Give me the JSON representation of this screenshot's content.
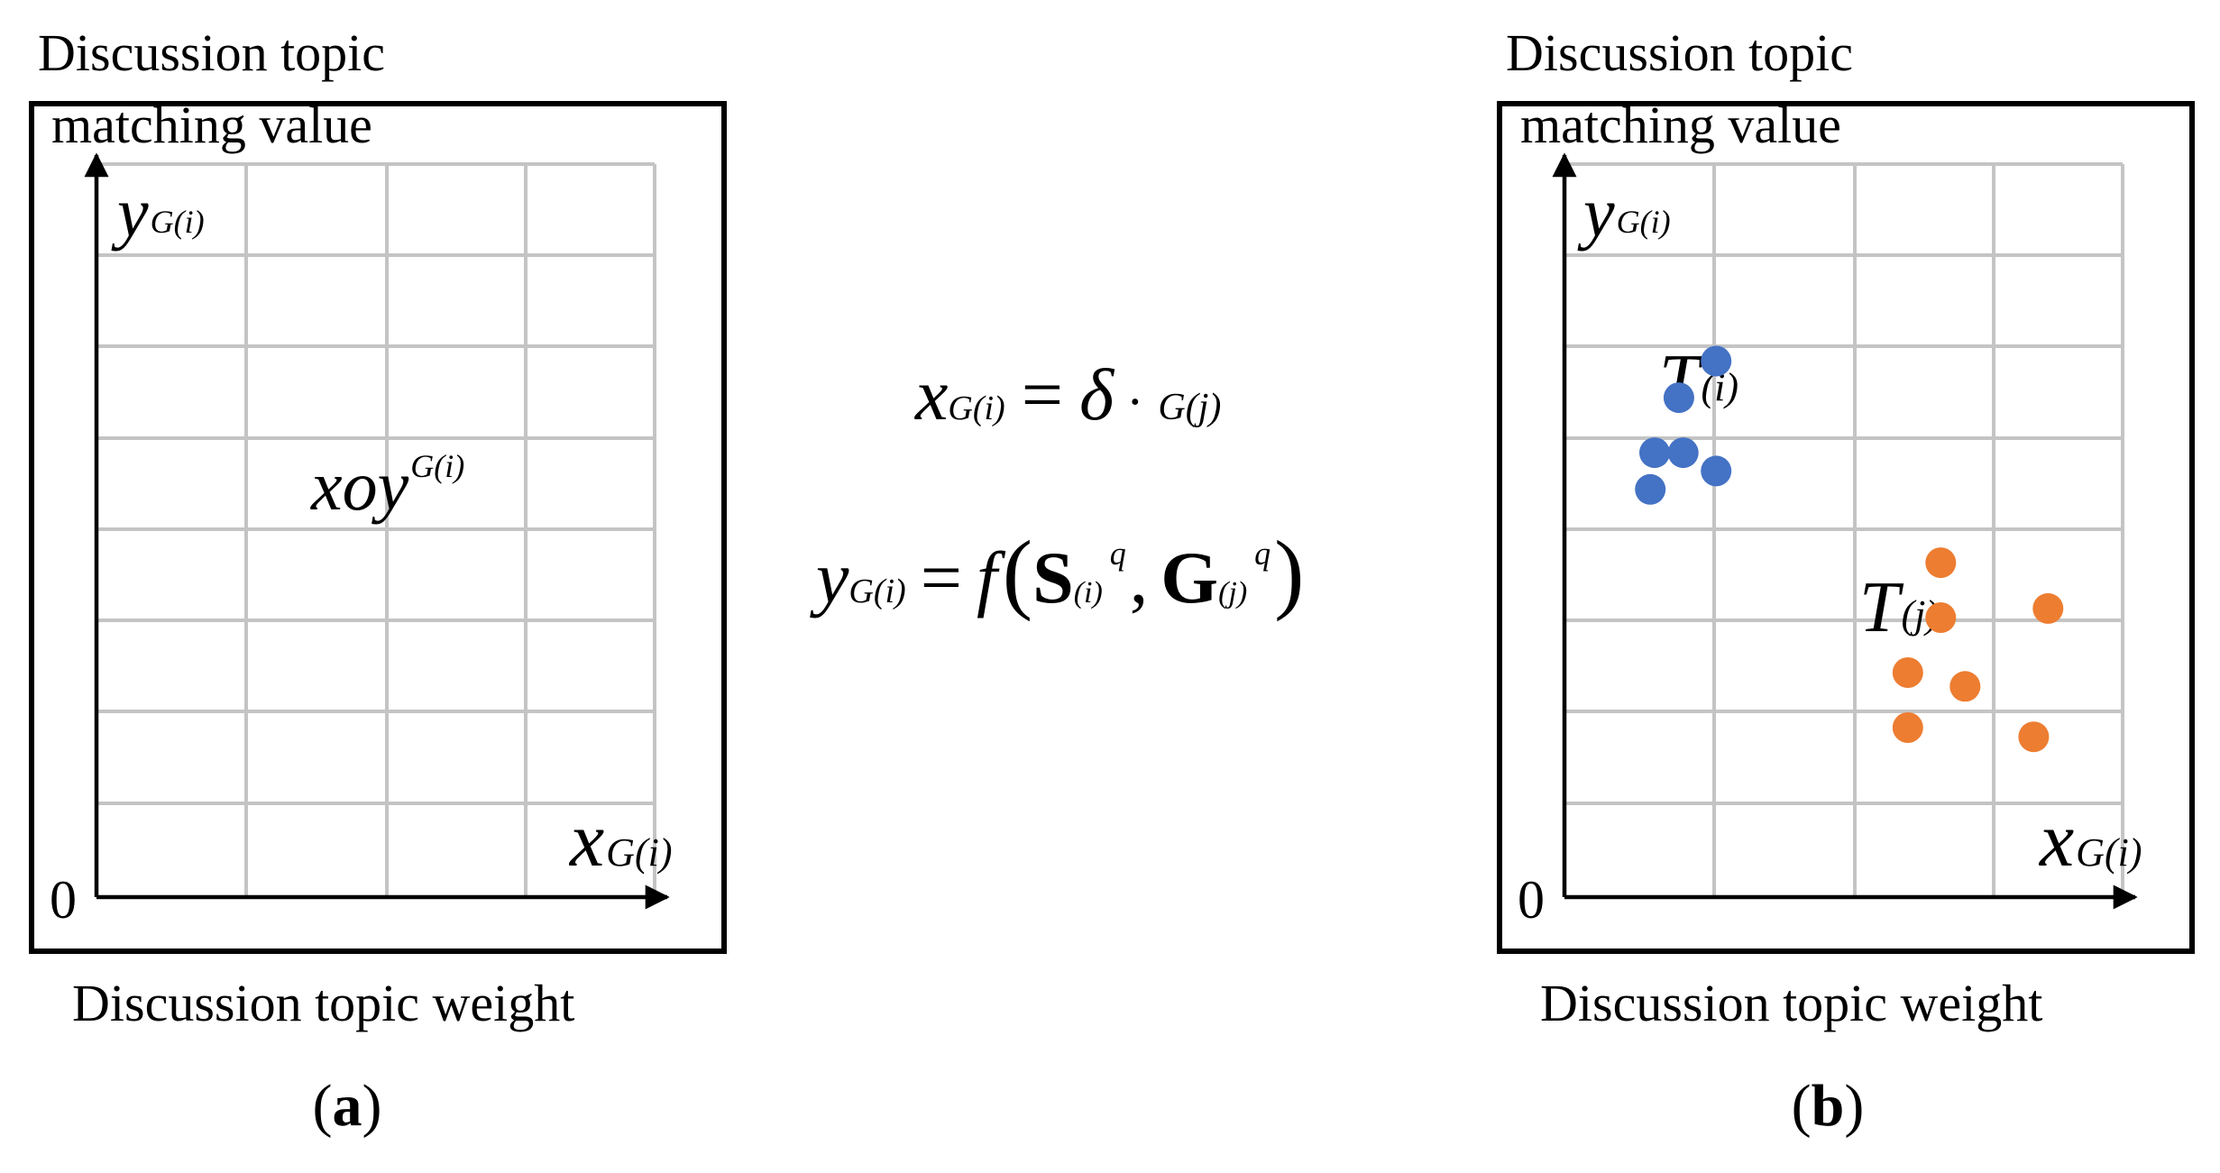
{
  "panel_a": {
    "y_axis_title_line1": "Discussion topic",
    "y_axis_title_line2": "matching value",
    "x_axis_title": "Discussion topic weight",
    "origin_label": "0",
    "y_axis_symbol": "y",
    "y_axis_subscript": "G(i)",
    "x_axis_symbol": "x",
    "x_axis_subscript": "G(i)",
    "plane_symbol": "xoy",
    "plane_superscript": "G(i)",
    "caption_open": "(",
    "caption_letter": "a",
    "caption_close": ")"
  },
  "equations": {
    "eq1": {
      "lhs_symbol": "x",
      "lhs_subscript": "G(i)",
      "equals": "=",
      "delta": "δ",
      "dot": "·",
      "rhs_subscript": "G(j)"
    },
    "eq2": {
      "lhs_symbol": "y",
      "lhs_subscript": "G(i)",
      "equals": "=",
      "func": "f",
      "open_paren": "(",
      "s_symbol": "S",
      "s_subscript": "(i)",
      "s_superscript": "q",
      "comma": ",",
      "g_symbol": "G",
      "g_subscript": "(j)",
      "g_superscript": "q",
      "close_paren": ")"
    }
  },
  "panel_b": {
    "y_axis_title_line1": "Discussion topic",
    "y_axis_title_line2": "matching value",
    "x_axis_title": "Discussion topic weight",
    "origin_label": "0",
    "y_axis_symbol": "y",
    "y_axis_subscript": "G(i)",
    "x_axis_symbol": "x",
    "x_axis_subscript": "G(i)",
    "cluster_i_symbol": "T",
    "cluster_i_subscript": "(i)",
    "cluster_j_symbol": "T",
    "cluster_j_subscript": "(j)",
    "caption_open": "(",
    "caption_letter": "b",
    "caption_close": ")"
  },
  "colors": {
    "cluster_i": "#4472C4",
    "cluster_j": "#ED7D31",
    "grid": "#c4c4c4",
    "ink": "#000000"
  },
  "chart_data": {
    "type": "scatter",
    "grid_columns": 4,
    "grid_rows": 8,
    "series": [
      {
        "name": "T(i)",
        "color": "#4472C4",
        "points": [
          [
            0.8,
            5.45
          ],
          [
            0.63,
            4.85
          ],
          [
            0.6,
            4.45
          ],
          [
            1.06,
            5.85
          ],
          [
            1.06,
            4.65
          ],
          [
            0.83,
            4.85
          ]
        ]
      },
      {
        "name": "T(j)",
        "color": "#ED7D31",
        "points": [
          [
            2.63,
            3.65
          ],
          [
            3.38,
            3.15
          ],
          [
            2.63,
            3.05
          ],
          [
            2.4,
            2.45
          ],
          [
            2.8,
            2.3
          ],
          [
            2.4,
            1.85
          ],
          [
            3.28,
            1.75
          ]
        ]
      }
    ]
  }
}
